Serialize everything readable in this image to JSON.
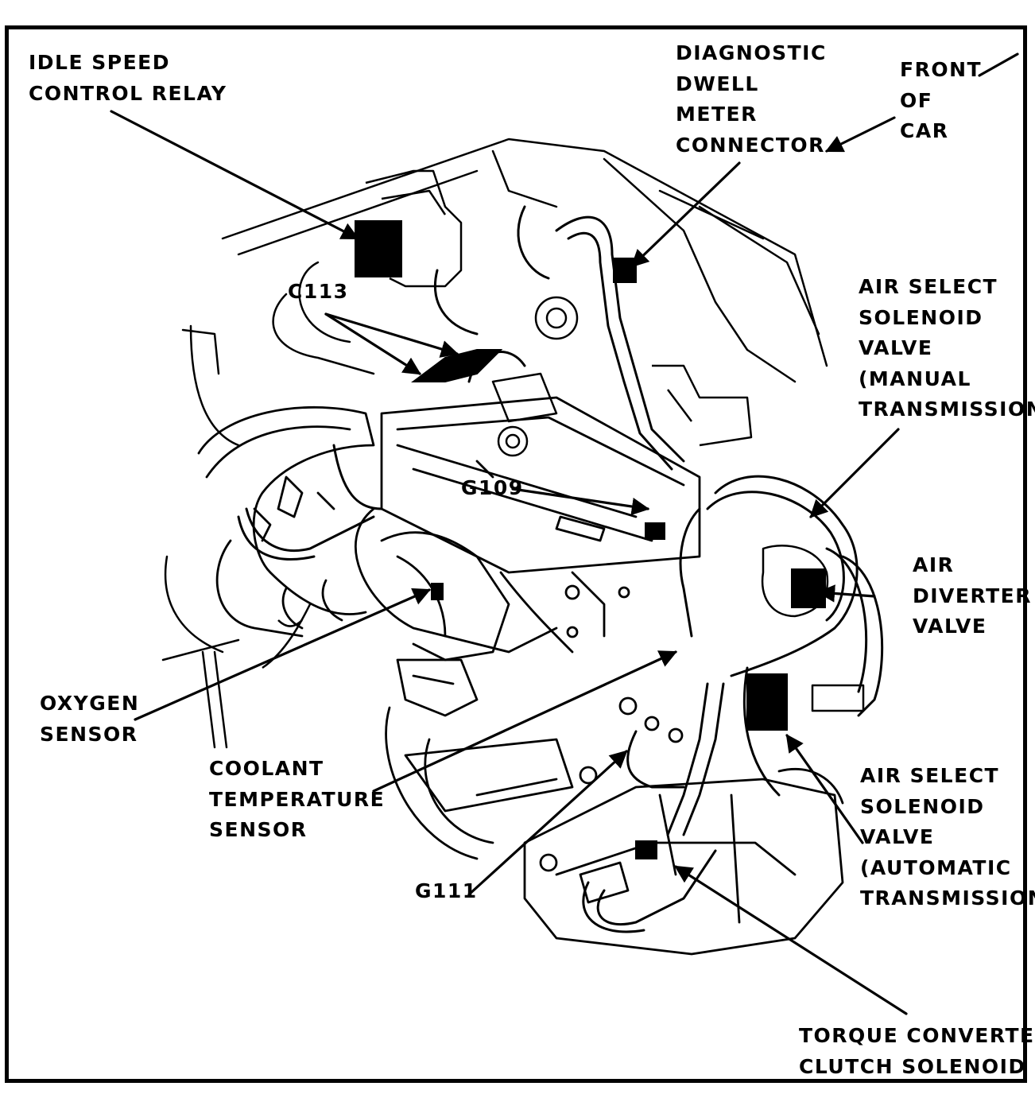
{
  "colors": {
    "ink": "#000000",
    "paper": "#ffffff"
  },
  "labels": {
    "idle_speed_control_relay": [
      "IDLE SPEED",
      "CONTROL RELAY"
    ],
    "diagnostic_dwell_meter_connector": [
      "DIAGNOSTIC",
      "DWELL",
      "METER",
      "CONNECTOR"
    ],
    "front_of_car": [
      "FRONT",
      "OF",
      "CAR"
    ],
    "c113": "C113",
    "g109": "G109",
    "air_select_solenoid_manual": [
      "AIR SELECT",
      "SOLENOID",
      "VALVE",
      "(MANUAL",
      "TRANSMISSION)"
    ],
    "air_diverter_valve": [
      "AIR",
      "DIVERTER",
      "VALVE"
    ],
    "oxygen_sensor": [
      "OXYGEN",
      "SENSOR"
    ],
    "coolant_temperature_sensor": [
      "COOLANT",
      "TEMPERATURE",
      "SENSOR"
    ],
    "g111": "G111",
    "air_select_solenoid_automatic": [
      "AIR SELECT",
      "SOLENOID",
      "VALVE",
      "(AUTOMATIC",
      "TRANSMISSION)"
    ],
    "torque_converter_clutch_solenoid": [
      "TORQUE CONVERTER",
      "CLUTCH SOLENOID"
    ]
  }
}
